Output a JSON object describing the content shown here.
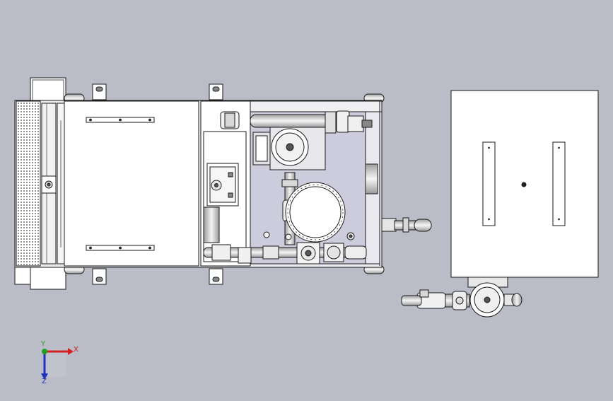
{
  "viewport": {
    "background": "#babcc7",
    "render_style": "shaded-with-edges",
    "view": "top"
  },
  "triad": {
    "x_label": "X",
    "y_label": "Y",
    "z_label": "Z",
    "x_color": "#d42020",
    "y_color": "#20a020",
    "z_color": "#2030c0"
  },
  "colors": {
    "line": "#1a1a1a",
    "panel": "#ffffff",
    "frame": "#e8e8ec",
    "interior": "#ccccdd",
    "metal": "#e4e4e4"
  }
}
